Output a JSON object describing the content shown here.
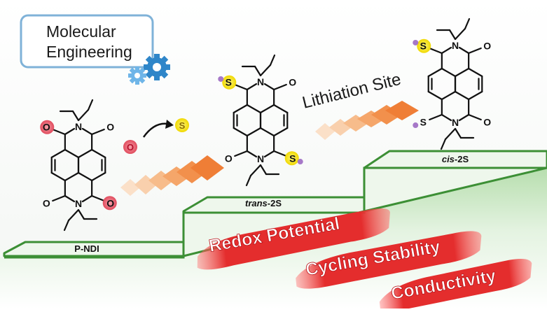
{
  "header_box": {
    "line1": "Molecular",
    "line2": "Engineering"
  },
  "molecules": {
    "pndi": {
      "name": "P-NDI",
      "atom": "O"
    },
    "trans": {
      "name_italic": "trans",
      "name_suffix": "-2S",
      "atom": "S"
    },
    "cis": {
      "name_italic": "cis",
      "name_suffix": "-2S",
      "atom": "S"
    }
  },
  "legend": {
    "oxygen": "O",
    "sulfur": "S"
  },
  "annotation": "Lithiation Site",
  "benefits": [
    "Redox Potential",
    "Cycling Stability",
    "Conductivity"
  ],
  "atom_labels": {
    "oxygen": "O",
    "nitrogen": "N",
    "sulfur": "S"
  },
  "colors": {
    "oxygen_highlight": "#e8546a",
    "sulfur_highlight": "#f5e61e",
    "sulfur_atom_end": "#a678c8",
    "step_line": "#3c8f35",
    "step_fill": "#dcefd8",
    "chevron": "#f08a3c",
    "brush": "#e53b3b",
    "box_border": "#7fb2d8"
  }
}
